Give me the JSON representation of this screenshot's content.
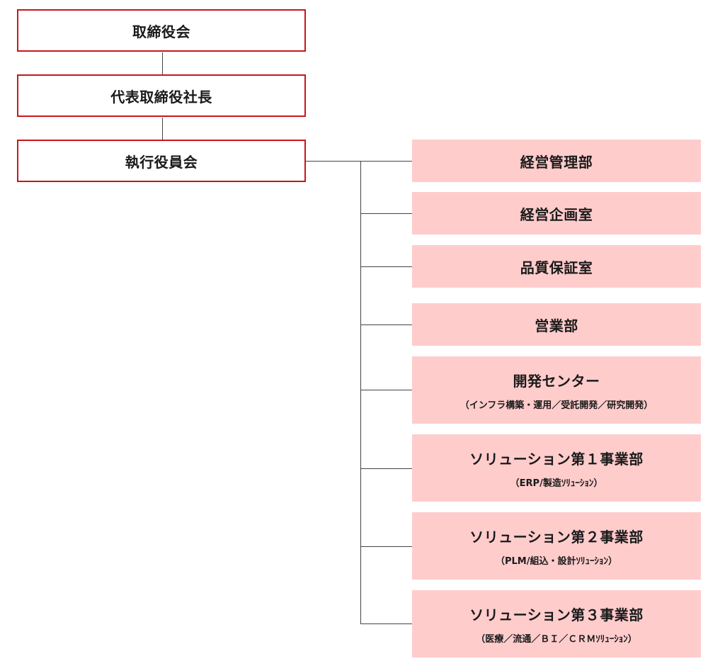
{
  "executives": [
    {
      "label": "取締役会"
    },
    {
      "label": "代表取締役社長"
    },
    {
      "label": "執行役員会"
    }
  ],
  "departments": [
    {
      "title": "経営管理部",
      "subtitle": ""
    },
    {
      "title": "経営企画室",
      "subtitle": ""
    },
    {
      "title": "品質保証室",
      "subtitle": ""
    },
    {
      "title": "営業部",
      "subtitle": ""
    },
    {
      "title": "開発センター",
      "subtitle": "（インフラ構築・運用／受託開発／研究開発）"
    },
    {
      "title": "ソリューション第１事業部",
      "subtitle": "（ERP/製造ｿﾘｭｰｼｮﾝ）"
    },
    {
      "title": "ソリューション第２事業部",
      "subtitle": "（PLM/組込・設計ｿﾘｭｰｼｮﾝ）"
    },
    {
      "title": "ソリューション第３事業部",
      "subtitle": "（医療／流通／ＢＩ／ＣＲＭｿﾘｭｰｼｮﾝ）"
    }
  ],
  "colors": {
    "exec_border": "#c8161d",
    "dept_fill": "#ffcccc",
    "connector": "#444444"
  }
}
